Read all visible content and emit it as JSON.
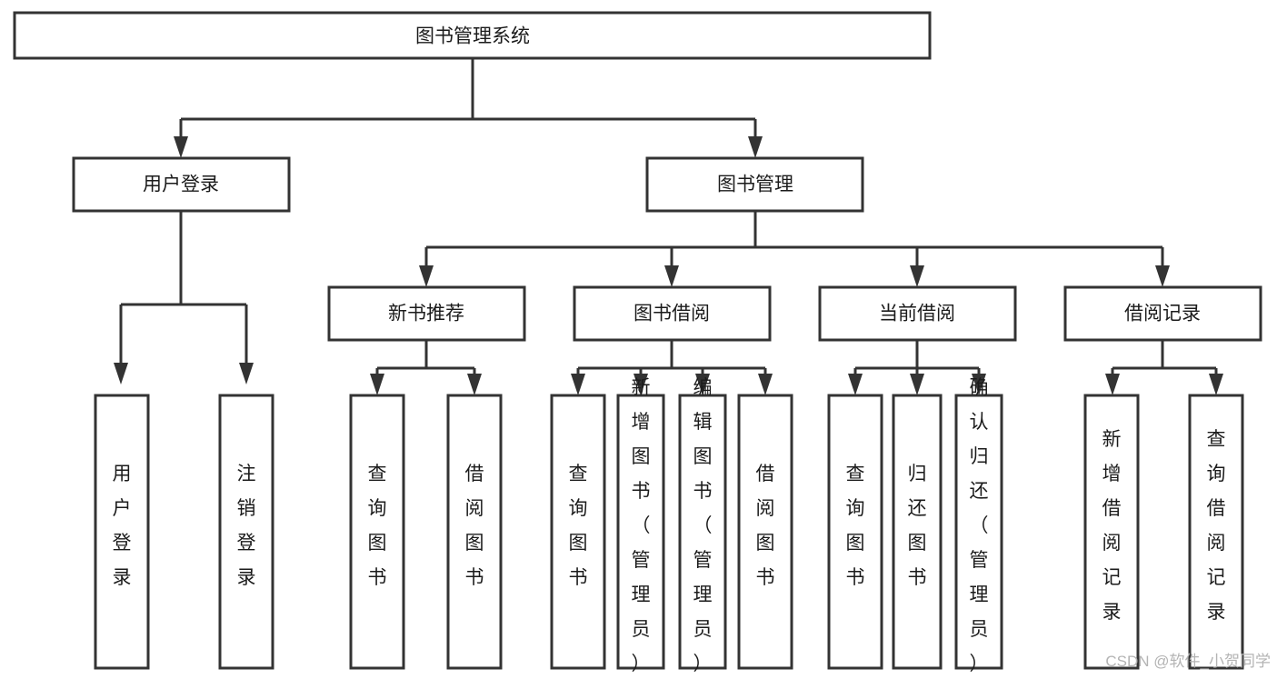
{
  "diagram": {
    "type": "tree",
    "title": "图书管理系统",
    "orientation": "top-down",
    "levels": 4,
    "root": {
      "id": "root",
      "label": "图书管理系统",
      "text_orientation": "horizontal"
    },
    "level2": [
      {
        "id": "user-login",
        "label": "用户登录",
        "text_orientation": "horizontal"
      },
      {
        "id": "book-mgmt",
        "label": "图书管理",
        "text_orientation": "horizontal"
      }
    ],
    "level3": [
      {
        "id": "new-book-recommend",
        "label": "新书推荐",
        "text_orientation": "horizontal",
        "parent": "book-mgmt"
      },
      {
        "id": "book-borrow",
        "label": "图书借阅",
        "text_orientation": "horizontal",
        "parent": "book-mgmt"
      },
      {
        "id": "current-borrow",
        "label": "当前借阅",
        "text_orientation": "horizontal",
        "parent": "book-mgmt"
      },
      {
        "id": "borrow-record",
        "label": "借阅记录",
        "text_orientation": "horizontal",
        "parent": "book-mgmt"
      }
    ],
    "leaves": [
      {
        "id": "leaf-user-login",
        "label": "用户登录",
        "text_orientation": "vertical",
        "parent": "user-login"
      },
      {
        "id": "leaf-logout-login",
        "label": "注销登录",
        "text_orientation": "vertical",
        "parent": "user-login"
      },
      {
        "id": "leaf-query-book-1",
        "label": "查询图书",
        "text_orientation": "vertical",
        "parent": "new-book-recommend"
      },
      {
        "id": "leaf-borrow-book-1",
        "label": "借阅图书",
        "text_orientation": "vertical",
        "parent": "new-book-recommend"
      },
      {
        "id": "leaf-query-book-2",
        "label": "查询图书",
        "text_orientation": "vertical",
        "parent": "book-borrow"
      },
      {
        "id": "leaf-add-book",
        "label": "新增图书（管理员）",
        "text_orientation": "vertical",
        "parent": "book-borrow"
      },
      {
        "id": "leaf-edit-book",
        "label": "编辑图书（管理员）",
        "text_orientation": "vertical",
        "parent": "book-borrow"
      },
      {
        "id": "leaf-borrow-book-2",
        "label": "借阅图书",
        "text_orientation": "vertical",
        "parent": "book-borrow"
      },
      {
        "id": "leaf-query-book-3",
        "label": "查询图书",
        "text_orientation": "vertical",
        "parent": "current-borrow"
      },
      {
        "id": "leaf-return-book",
        "label": "归还图书",
        "text_orientation": "vertical",
        "parent": "current-borrow"
      },
      {
        "id": "leaf-confirm-return",
        "label": "确认归还（管理员）",
        "text_orientation": "vertical",
        "parent": "current-borrow"
      },
      {
        "id": "leaf-add-record",
        "label": "新增借阅记录",
        "text_orientation": "vertical",
        "parent": "borrow-record"
      },
      {
        "id": "leaf-query-record",
        "label": "查询借阅记录",
        "text_orientation": "vertical",
        "parent": "borrow-record"
      }
    ],
    "colors": {
      "box_fill": "#ffffff",
      "box_border": "#333333",
      "connector": "#333333",
      "text": "#1b1b1b",
      "background": "#ffffff",
      "watermark": "#b4b4b4"
    }
  },
  "watermark": {
    "text": "CSDN @软件_小贺同学"
  }
}
